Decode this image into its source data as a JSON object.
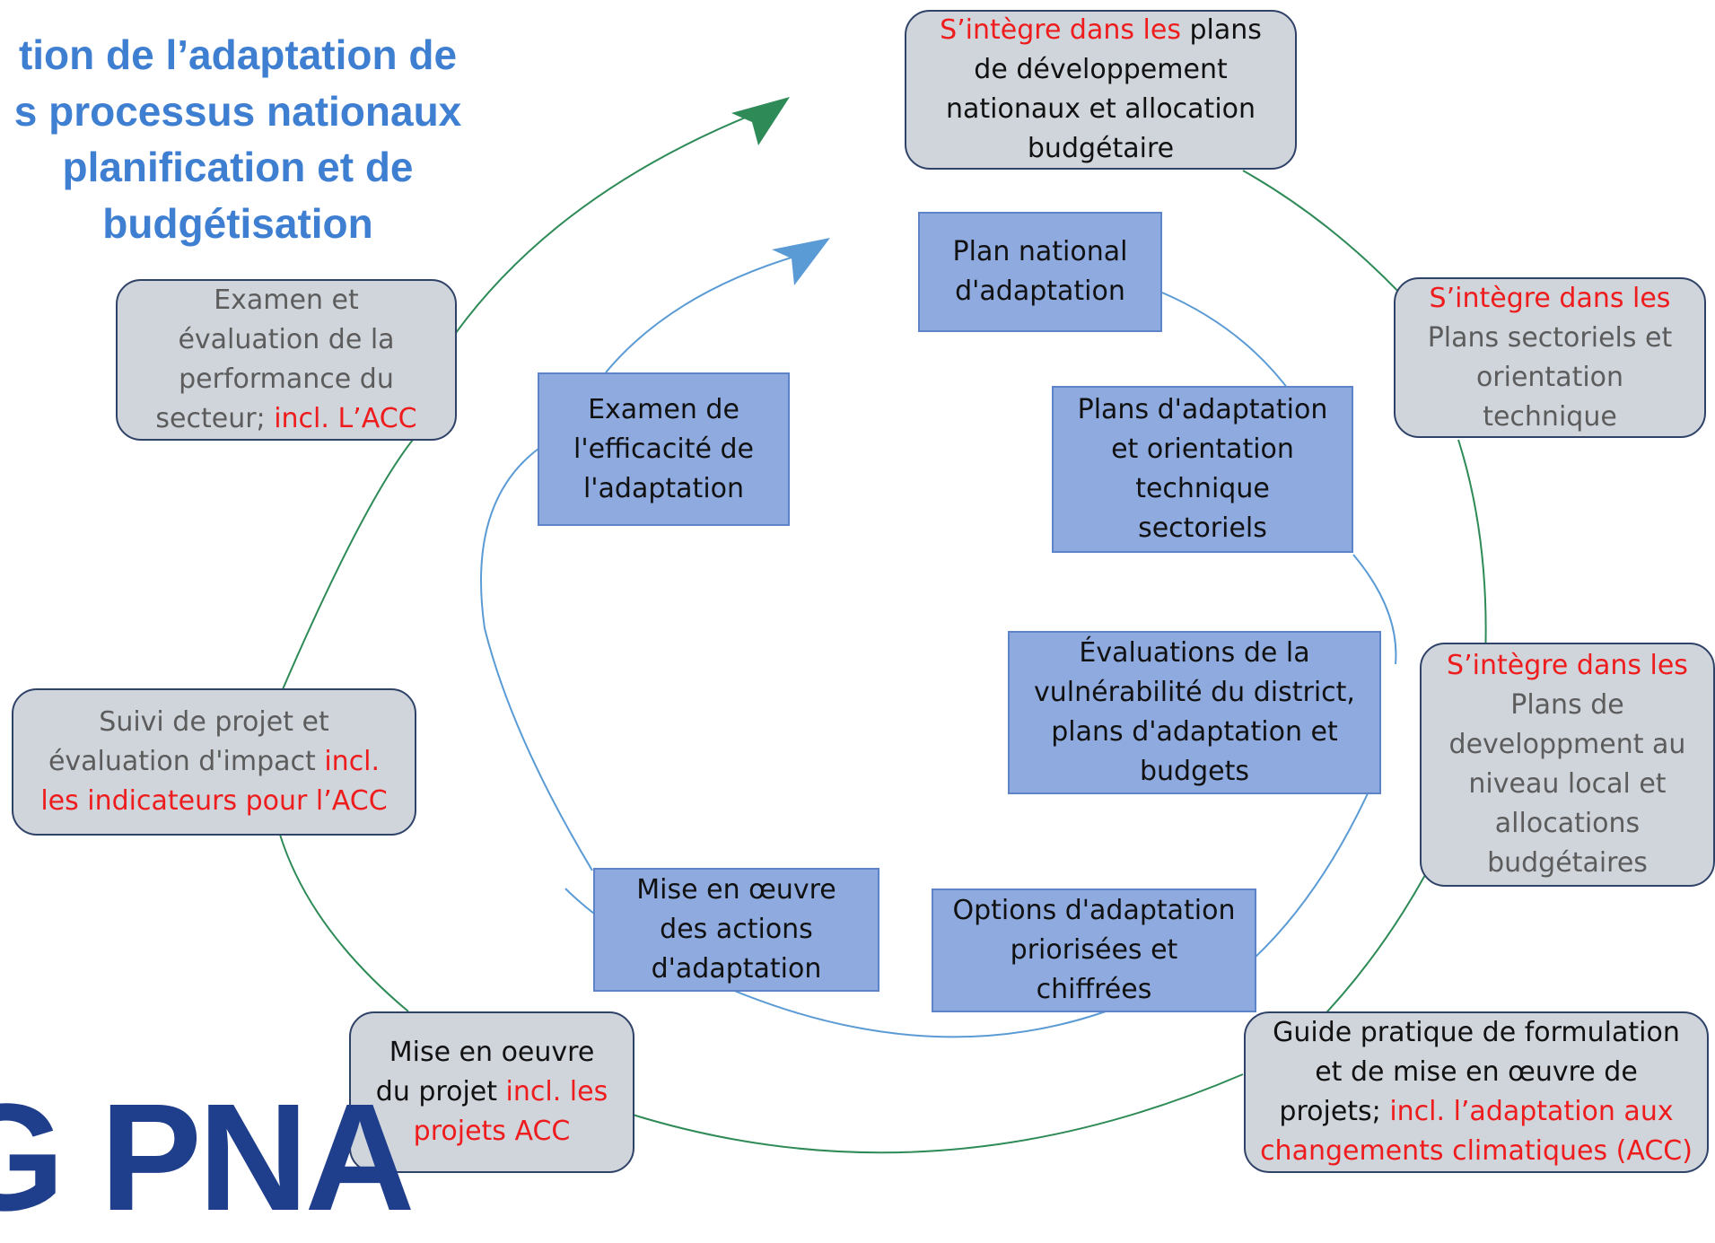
{
  "title": {
    "line1": "tion de l’adaptation de",
    "line2": "s processus nationaux",
    "line3": "planification et de",
    "line4": "budgétisation"
  },
  "logo_text": "G PNA",
  "outer_boxes": {
    "national_dev": {
      "highlight": "S’intègre dans les",
      "line1_rest": " plans",
      "line2": "de développement",
      "line3": "nationaux et allocation",
      "line4": "budgétaire"
    },
    "sector_plans": {
      "highlight": "S’intègre dans les",
      "line2": "Plans sectoriels et",
      "line3": "orientation",
      "line4": "technique"
    },
    "local_dev": {
      "highlight": "S’intègre dans les",
      "line2": "Plans de",
      "line3": "developpment au",
      "line4": "niveau local et",
      "line5": "allocations",
      "line6": "budgétaires"
    },
    "practical_guide": {
      "line1": "Guide pratique de formulation",
      "line2": "et de mise en œuvre de",
      "line3_plain": "projets; ",
      "line3_red": "incl. l’adaptation aux",
      "line4_red": "changements climatiques (ACC)"
    },
    "project_impl": {
      "line1": "Mise en oeuvre",
      "line2_plain": "du projet ",
      "line2_red": "incl. les",
      "line3_red": "projets ACC"
    },
    "monitoring": {
      "line1": "Suivi de projet et",
      "line2_plain": "évaluation d'impact ",
      "line2_red": "incl.",
      "line3_red": "les indicateurs pour l’ACC"
    },
    "sector_review": {
      "line1": "Examen et",
      "line2": "évaluation de la",
      "line3": "performance du",
      "line4_plain": "secteur; ",
      "line4_red": "incl. L’ACC"
    }
  },
  "inner_boxes": {
    "nap": {
      "line1": "Plan national",
      "line2": "d'adaptation"
    },
    "sector_adapt": {
      "line1": "Plans d'adaptation",
      "line2": "et orientation",
      "line3": "technique",
      "line4": "sectoriels"
    },
    "district": {
      "line1": "Évaluations de la",
      "line2": "vulnérabilité du district,",
      "line3": "plans d'adaptation et",
      "line4": "budgets"
    },
    "options": {
      "line1": "Options d'adaptation",
      "line2": "priorisées et",
      "line3": "chiffrées"
    },
    "implementation": {
      "line1": "Mise en œuvre",
      "line2": "des actions",
      "line3": "d'adaptation"
    },
    "effectiveness": {
      "line1": "Examen de",
      "line2": "l'efficacité de",
      "line3": "l'adaptation"
    }
  },
  "colors": {
    "title_blue": "#3f7fd2",
    "outer_cycle_green": "#2e8b57",
    "inner_cycle_blue": "#5b9bd5",
    "outer_box_fill": "#d0d5dc",
    "inner_box_fill": "#8eaadf",
    "highlight_red": "#ee1c1c"
  }
}
